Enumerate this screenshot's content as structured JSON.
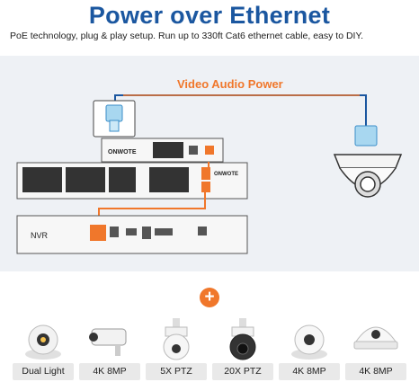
{
  "header": {
    "title": "Power over Ethernet",
    "subtitle": "PoE technology, plug & play setup. Run up to 330ft Cat6 ethernet cable, easy to DIY."
  },
  "diagram": {
    "signal_label": "Video  Audio  Power",
    "switch_brand_small": "ONWOTE",
    "switch_brand_large": "ONWOTE",
    "nvr_label": "NVR"
  },
  "colors": {
    "title": "#1b57a0",
    "accent": "#f0772b",
    "cable": "#1b57a0"
  },
  "cameras": [
    {
      "label": "Dual Light",
      "icon": "dual-light-turret-camera-icon"
    },
    {
      "label": "4K 8MP",
      "icon": "bullet-camera-icon"
    },
    {
      "label": "5X PTZ",
      "icon": "ptz-camera-icon"
    },
    {
      "label": "20X PTZ",
      "icon": "ptz-camera-dark-icon"
    },
    {
      "label": "4K 8MP",
      "icon": "turret-camera-icon"
    },
    {
      "label": "4K 8MP",
      "icon": "dome-camera-icon"
    }
  ]
}
